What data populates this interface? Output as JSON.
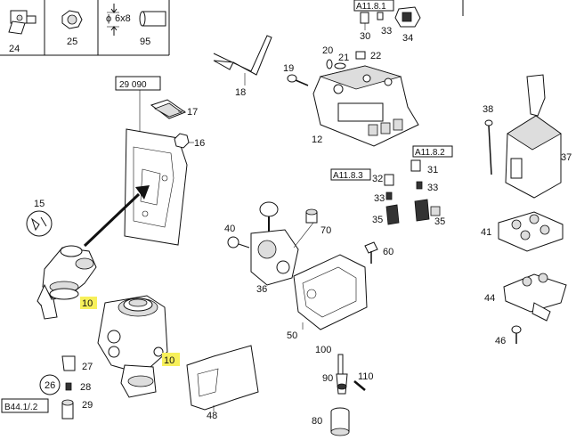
{
  "top_table": {
    "cell_labels": [
      "24",
      "25",
      "95"
    ],
    "spec": "6x8",
    "spec_symbol": "ϕ"
  },
  "callouts": {
    "c15": "15",
    "c16": "16",
    "c17": "17",
    "c18": "18",
    "c19": "19",
    "c20": "20",
    "c21": "21",
    "c22": "22",
    "c26": "26",
    "c27": "27",
    "c28": "28",
    "c29": "29",
    "c30": "30",
    "c31": "31",
    "c32": "32",
    "c33a": "33",
    "c33b": "33",
    "c33c": "33",
    "c34": "34",
    "c35a": "35",
    "c35b": "35",
    "c36": "36",
    "c37": "37",
    "c38": "38",
    "c40": "40",
    "c41": "41",
    "c44": "44",
    "c46": "46",
    "c48": "48",
    "c50": "50",
    "c60": "60",
    "c70": "70",
    "c80": "80",
    "c90": "90",
    "c100": "100",
    "c110": "110",
    "c12": "12"
  },
  "highlighted": [
    "10",
    "10"
  ],
  "boxed_refs": {
    "ref_29090": "29 090",
    "ref_a1181": "A11.8.1",
    "ref_a1182": "A11.8.2",
    "ref_a1183": "A11.8.3",
    "ref_b44": "B44.1/.2"
  },
  "colors": {
    "highlight": "#f7f05a",
    "line": "#111111"
  }
}
